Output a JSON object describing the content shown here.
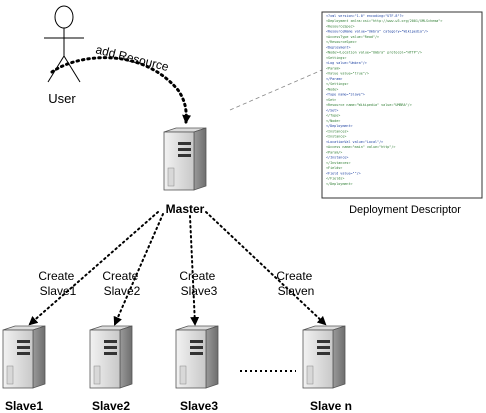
{
  "actor": {
    "label": "User",
    "icon": "stick-figure-icon"
  },
  "arrow_label": "add Resource",
  "master": {
    "label": "Master",
    "icon": "server-icon"
  },
  "descriptor": {
    "caption": "Deployment Descriptor",
    "lines": [
      "<?xml version=\"1.0\" encoding=\"UTF-8\"?>",
      "<Deployment xmlns:xsi=\"http://www.w3.org/2001/XMLSchema\">",
      "  <ResourceSpec>",
      "    <ResourceName value=\"Umbra\" category=\"Wikipedia\"/>",
      "    <AccessType value=\"Read\"/>",
      "  </ResourceSpec>",
      "  <Deployment>",
      "    <Node><Location value=\"Umbra\" protocol=\"HTTP\"/>",
      "      <Settings>",
      "        <Log value=\"Umbra\"/>",
      "          <Param>",
      "            <Value value=\"true\"/>",
      "          </Param>",
      "        </Settings>",
      "      <Node>",
      "        <Type name=\"Slave\">",
      "          <Set>",
      "            <Resource name=\"Wikipedia\" value=\"UMBRA\"/>",
      "          </Set>",
      "        </Type>",
      "      </Node>",
      "    </Deployment>",
      "  <Instances>",
      "    <Instance>",
      "      <LocationVal value=\"Local\"/>",
      "      <Access name=\"main\" value=\"http\"/>",
      "      <Param/>",
      "    </Instance>",
      "  </Instances>",
      "  <Fields>",
      "    <Field value=\"\"/>",
      "  </Fields>",
      "</Deployment>"
    ]
  },
  "create_labels": [
    [
      "Create",
      "Slave1"
    ],
    [
      "Create",
      "Slave2"
    ],
    [
      "Create",
      "Slave3"
    ],
    [
      "Create",
      "Slaven"
    ]
  ],
  "slaves": [
    {
      "label": "Slave1"
    },
    {
      "label": "Slave2"
    },
    {
      "label": "Slave3"
    },
    {
      "label": "Slave n"
    }
  ]
}
